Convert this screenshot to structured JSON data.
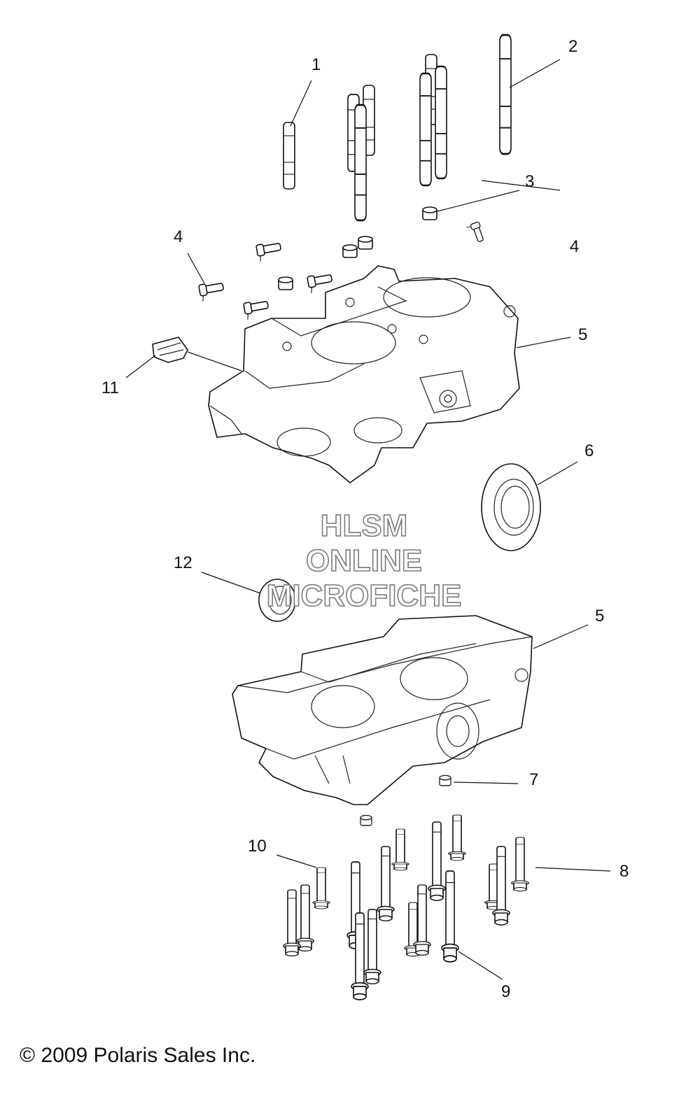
{
  "watermark": {
    "line1": "HLSM",
    "line2": "ONLINE",
    "line3": "MICROFICHE"
  },
  "copyright": "© 2009 Polaris Sales Inc.",
  "callouts": [
    "1",
    "2",
    "3",
    "4",
    "4",
    "5",
    "6",
    "11",
    "12",
    "5",
    "7",
    "8",
    "9",
    "10"
  ]
}
